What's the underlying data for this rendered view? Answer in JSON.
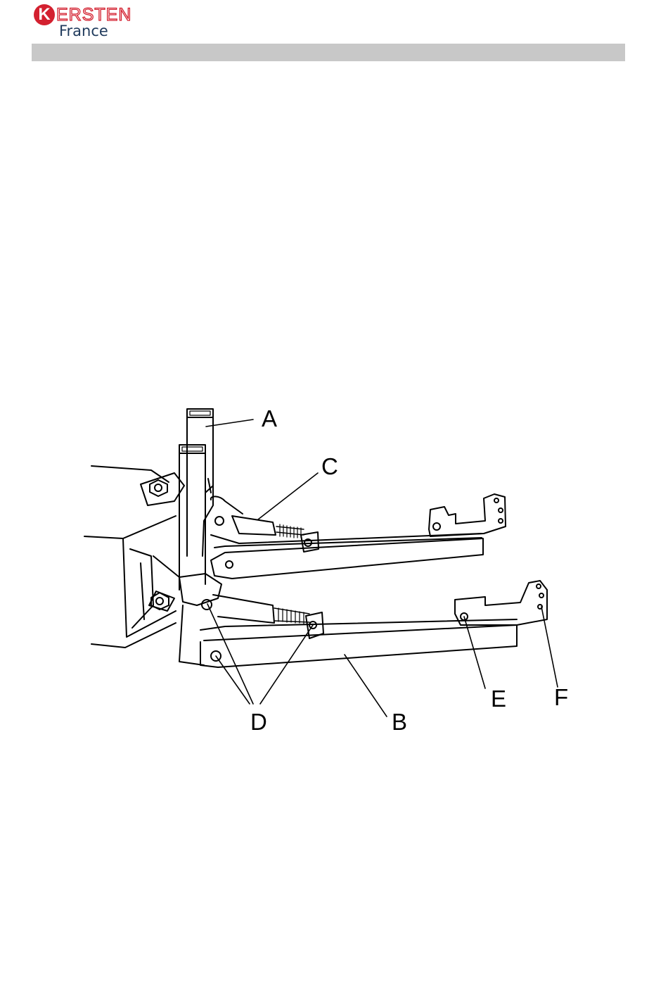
{
  "logo": {
    "initial": "K",
    "word": "ERSTEN",
    "subtitle": "France",
    "brand_color": "#d3202f",
    "subtitle_color": "#1f3a5c"
  },
  "header_bar": {
    "color": "#c8c8c8"
  },
  "figure": {
    "callouts": {
      "a": "A",
      "b": "B",
      "c": "C",
      "d": "D",
      "e": "E",
      "f": "F"
    }
  }
}
